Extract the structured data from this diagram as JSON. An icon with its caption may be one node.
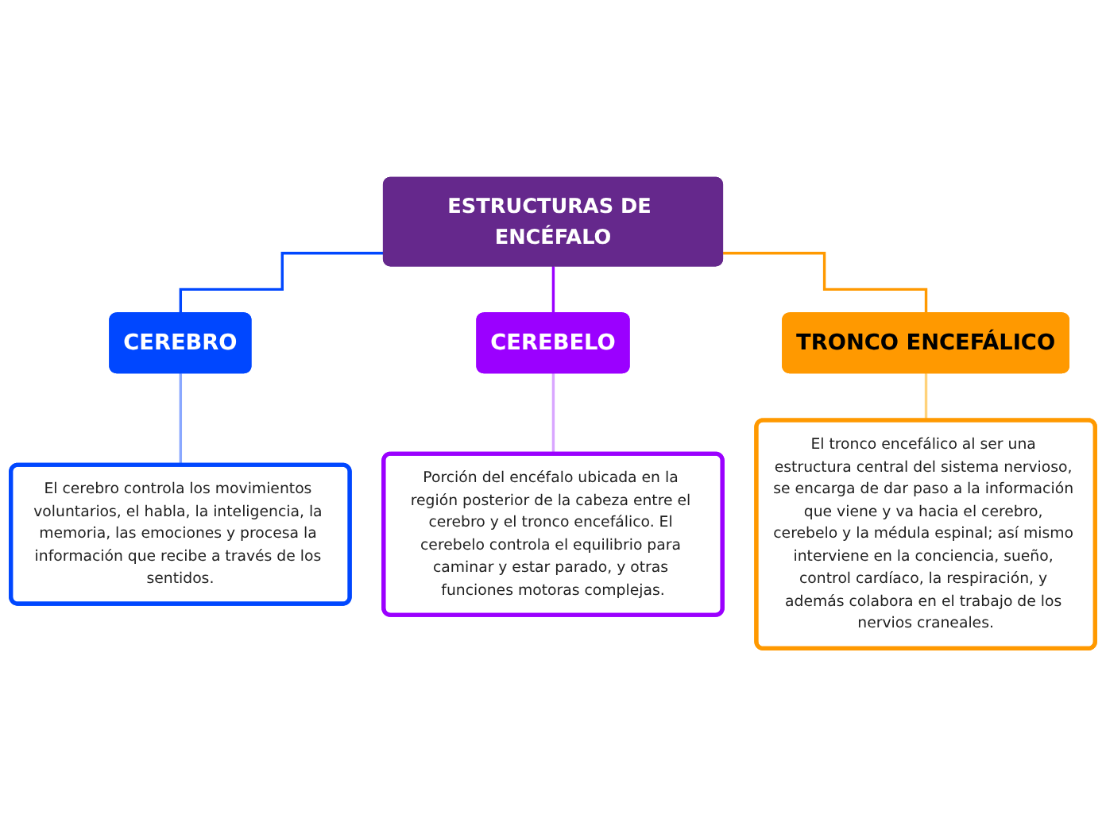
{
  "diagram": {
    "nodes": [
      {
        "text": [
          "ESTRUCTURAS DE ENCÉFALO"
        ]
      },
      {
        "text": [
          "CEREBRO"
        ]
      },
      {
        "text": [
          "CEREBELO"
        ]
      },
      {
        "text": [
          "TRONCO ENCEFÁLICO"
        ]
      },
      {
        "text": [
          "El cerebro controla los movimientos voluntarios, el habla, la inteligencia, la memoria, las emociones y procesa la información que recibe a través de los sentidos."
        ]
      },
      {
        "text": [
          "Porción del encéfalo ubicada en la región posterior de la cabeza entre el cerebro y el tronco encefálico. El cerebelo controla el equilibrio para caminar y estar parado, y otras funciones motoras complejas."
        ]
      },
      {
        "text": [
          "El tronco encefálico al ser una estructura central del sistema nervioso, se encarga de dar paso a la información que viene y va hacia el cerebro, cerebelo y la médula espinal; así mismo interviene en la conciencia, sueño, control cardíaco, la respiración, y además colabora en el trabajo de los nervios craneales."
        ]
      }
    ],
    "edges": [
      {
        "from": 0,
        "to": 1,
        "arrow": "none",
        "color": "#0047ff"
      },
      {
        "from": 0,
        "to": 2,
        "arrow": "none",
        "color": "#9b00ff"
      },
      {
        "from": 0,
        "to": 3,
        "arrow": "none",
        "color": "#ff9900"
      },
      {
        "from": 1,
        "to": 4,
        "arrow": "none",
        "color": "#8aa8ff"
      },
      {
        "from": 2,
        "to": 5,
        "arrow": "none",
        "color": "#d9a6ff"
      },
      {
        "from": 3,
        "to": 6,
        "arrow": "none",
        "color": "#ffd27a"
      }
    ]
  }
}
